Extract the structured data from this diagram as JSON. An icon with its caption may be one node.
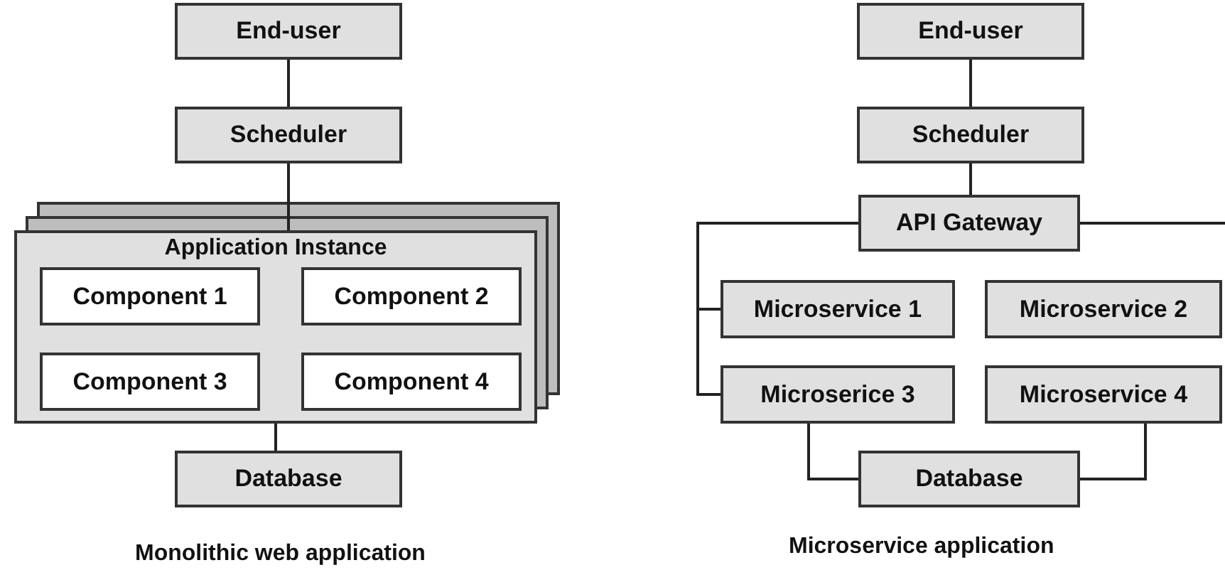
{
  "diagram": {
    "nodes": [
      {
        "text": [
          "End-user"
        ]
      },
      {
        "text": [
          "Scheduler"
        ]
      },
      {
        "text": [
          "Application Instance"
        ]
      },
      {
        "text": [
          "Component 1"
        ],
        "in": 2
      },
      {
        "text": [
          "Component 2"
        ],
        "in": 2
      },
      {
        "text": [
          "Component 3"
        ],
        "in": 2
      },
      {
        "text": [
          "Component 4"
        ],
        "in": 2
      },
      {
        "text": [
          "Database"
        ]
      },
      {
        "text": [
          "End-user"
        ]
      },
      {
        "text": [
          "Scheduler"
        ]
      },
      {
        "text": [
          "API Gateway"
        ]
      },
      {
        "text": [
          "Microservice 1"
        ]
      },
      {
        "text": [
          "Microservice 2"
        ]
      },
      {
        "text": [
          "Microserice 3"
        ]
      },
      {
        "text": [
          "Microservice 4"
        ]
      },
      {
        "text": [
          "Database"
        ]
      }
    ],
    "edges": [
      {
        "from": 0,
        "to": 1,
        "arrow": "none"
      },
      {
        "from": 1,
        "to": 2,
        "arrow": "none"
      },
      {
        "from": 2,
        "to": 7,
        "arrow": "none"
      },
      {
        "from": 8,
        "to": 9,
        "arrow": "none"
      },
      {
        "from": 9,
        "to": 10,
        "arrow": "none"
      },
      {
        "from": 10,
        "to": 11,
        "arrow": "none"
      },
      {
        "from": 10,
        "to": 13,
        "arrow": "none"
      },
      {
        "from": 10,
        "to": null,
        "arrow": "none"
      },
      {
        "from": 13,
        "to": 15,
        "arrow": "none"
      },
      {
        "from": 14,
        "to": 15,
        "arrow": "none"
      }
    ],
    "labels": [
      "Monolithic web application",
      "Microservice application"
    ]
  }
}
